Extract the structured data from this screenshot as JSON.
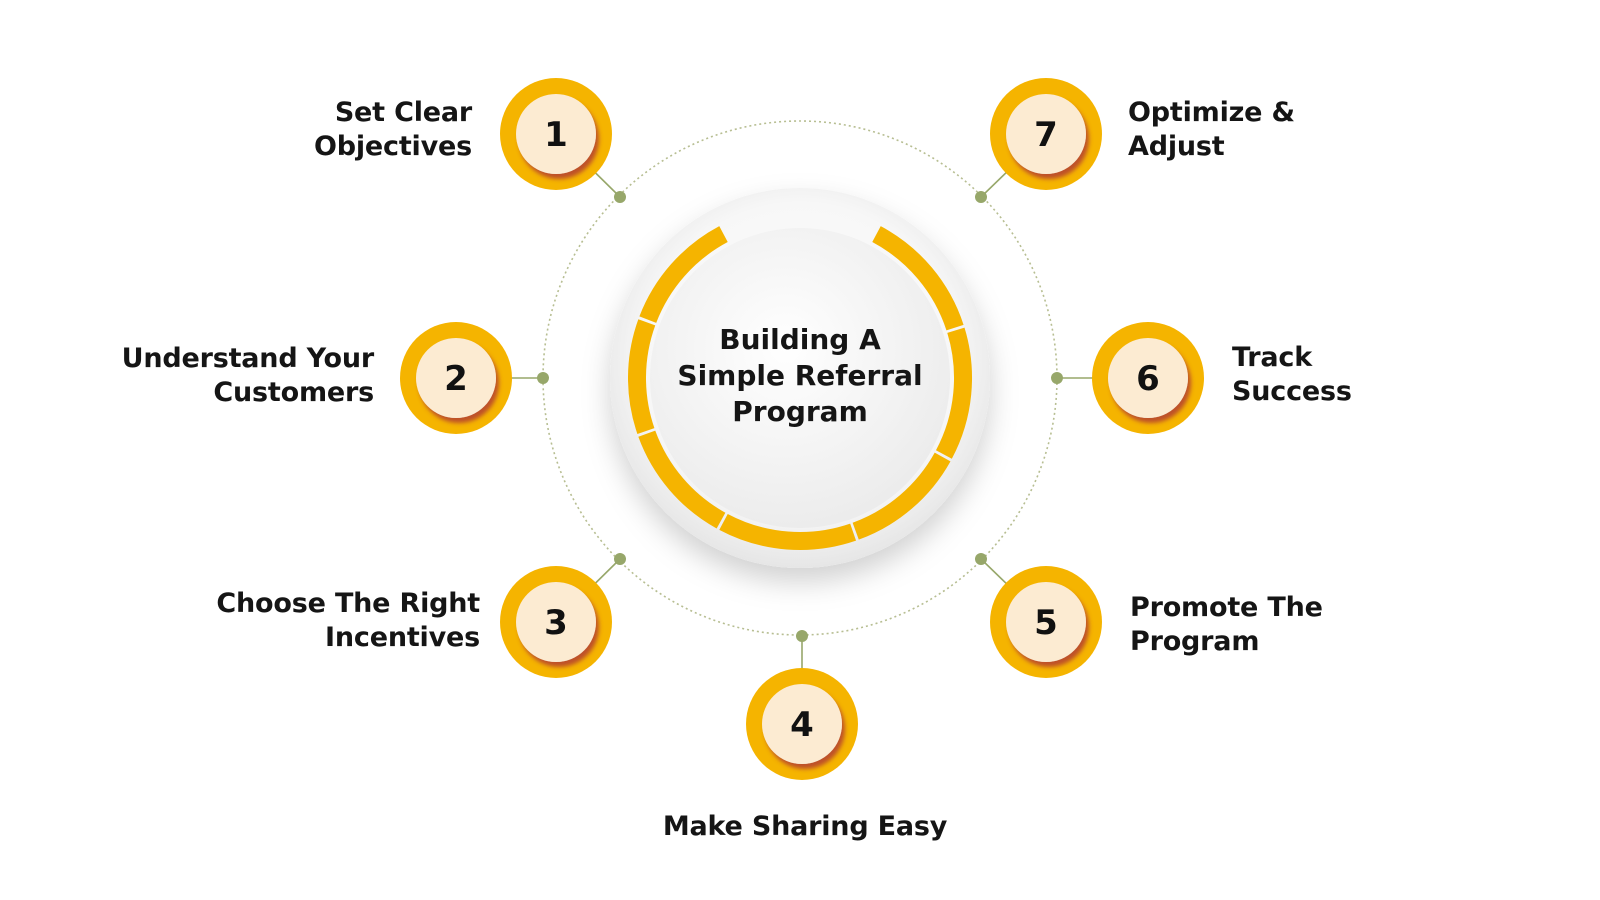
{
  "title": {
    "lines": [
      "Building A",
      "Simple Referral",
      "Program"
    ]
  },
  "steps": [
    {
      "number": "1",
      "lines": [
        "Set Clear",
        "Objectives"
      ]
    },
    {
      "number": "2",
      "lines": [
        "Understand Your",
        "Customers"
      ]
    },
    {
      "number": "3",
      "lines": [
        "Choose The Right",
        "Incentives"
      ]
    },
    {
      "number": "4",
      "lines": [
        "Make Sharing Easy"
      ]
    },
    {
      "number": "5",
      "lines": [
        "Promote The",
        "Program"
      ]
    },
    {
      "number": "6",
      "lines": [
        "Track",
        "Success"
      ]
    },
    {
      "number": "7",
      "lines": [
        "Optimize &",
        "Adjust"
      ]
    }
  ],
  "colors": {
    "badge_outer": "#F5B400",
    "badge_shadow": "#B8452F",
    "badge_inner": "#FCEBD2",
    "connector": "#97A76A",
    "dotted_ring": "#B7BE92",
    "arc": "#F5B400",
    "text": "#151515"
  }
}
